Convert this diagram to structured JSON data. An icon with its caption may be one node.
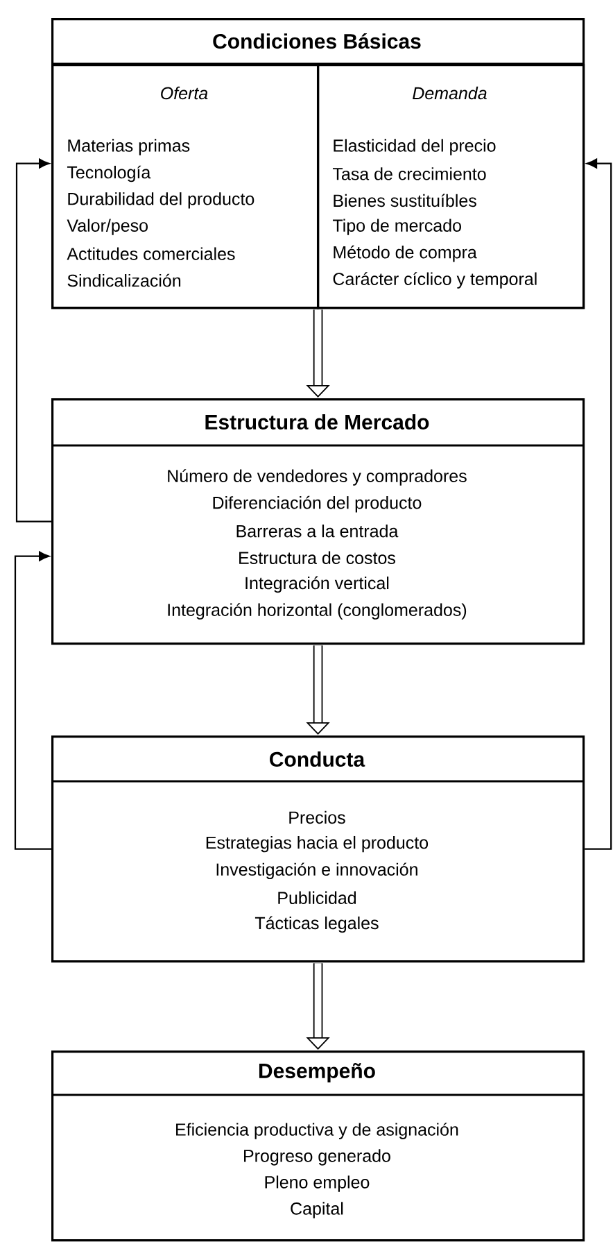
{
  "diagram": {
    "nodes": [
      {
        "text": [
          "Condiciones Básicas"
        ]
      },
      {
        "text": [
          "Oferta",
          "Materias primas",
          "Tecnología",
          "Durabilidad del producto",
          "Valor/peso",
          "Actitudes comerciales",
          "Sindicalización"
        ],
        "in": 0
      },
      {
        "text": [
          "Demanda",
          "Elasticidad del precio",
          "Tasa de crecimiento",
          "Bienes sustituíbles",
          "Tipo de mercado",
          "Método de compra",
          "Carácter cíclico y temporal"
        ],
        "in": 0
      },
      {
        "text": [
          "Estructura de Mercado",
          "Número de vendedores y compradores",
          "Diferenciación del producto",
          "Barreras a la entrada",
          "Estructura de costos",
          "Integración vertical",
          "Integración horizontal (conglomerados)"
        ]
      },
      {
        "text": [
          "Conducta",
          "Precios",
          "Estrategias hacia el producto",
          "Investigación e innovación",
          "Publicidad",
          "Tácticas legales"
        ]
      },
      {
        "text": [
          "Desempeño",
          "Eficiencia productiva y de asignación",
          "Progreso generado",
          "Pleno empleo",
          "Capital"
        ]
      }
    ],
    "edges": [
      {
        "from": 0,
        "to": 3,
        "arrow": "to",
        "style": "thick"
      },
      {
        "from": 3,
        "to": 4,
        "arrow": "to",
        "style": "thick"
      },
      {
        "from": 4,
        "to": 5,
        "arrow": "to",
        "style": "thick"
      },
      {
        "from": 3,
        "to": 1,
        "arrow": "to"
      },
      {
        "from": 4,
        "to": 3,
        "arrow": "to"
      },
      {
        "from": 4,
        "to": 2,
        "arrow": "to"
      }
    ]
  }
}
